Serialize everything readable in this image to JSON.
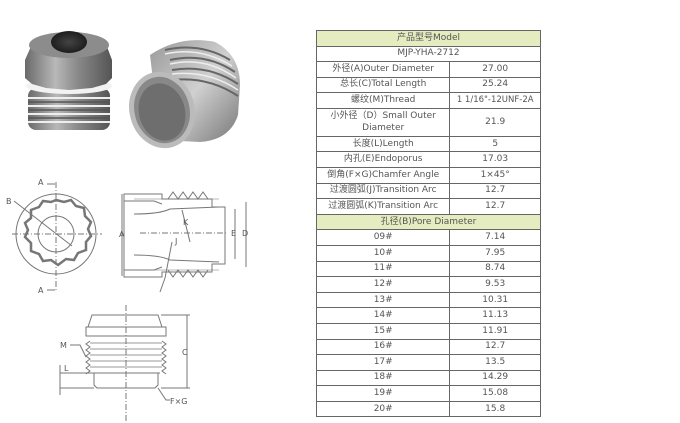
{
  "product_photo": {
    "description": "Two metallic threaded nozzle bushings with 12-point hex heads",
    "icon": "product-photo"
  },
  "drawings": {
    "front_view": {
      "labels": [
        "A",
        "B",
        "A"
      ]
    },
    "section_view": {
      "labels": [
        "A",
        "K",
        "J",
        "E",
        "D"
      ]
    },
    "side_view": {
      "labels": [
        "M",
        "L",
        "C",
        "F×G"
      ]
    }
  },
  "spec_table": {
    "title": "产品型号Model",
    "model": "MJP-YHA-2712",
    "rows": [
      {
        "label": "外径(A)Outer Diameter",
        "value": "27.00"
      },
      {
        "label": "总长(C)Total Length",
        "value": "25.24"
      },
      {
        "label": "螺纹(M)Thread",
        "value": "1 1/16\"-12UNF-2A"
      },
      {
        "label": "小外径（D）Small Outer Diameter",
        "value": "21.9"
      },
      {
        "label": "长度(L)Length",
        "value": "5"
      },
      {
        "label": "内孔(E)Endoporus",
        "value": "17.03"
      },
      {
        "label": "倒角(F×G)Chamfer Angle",
        "value": "1×45°"
      },
      {
        "label": "过渡圆弧(J)Transition Arc",
        "value": "12.7"
      },
      {
        "label": "过渡圆弧(K)Transition Arc",
        "value": "12.7"
      }
    ],
    "pore_header": "孔径(B)Pore Diameter",
    "pore_rows": [
      {
        "size": "09#",
        "value": "7.14"
      },
      {
        "size": "10#",
        "value": "7.95"
      },
      {
        "size": "11#",
        "value": "8.74"
      },
      {
        "size": "12#",
        "value": "9.53"
      },
      {
        "size": "13#",
        "value": "10.31"
      },
      {
        "size": "14#",
        "value": "11.13"
      },
      {
        "size": "15#",
        "value": "11.91"
      },
      {
        "size": "16#",
        "value": "12.7"
      },
      {
        "size": "17#",
        "value": "13.5"
      },
      {
        "size": "18#",
        "value": "14.29"
      },
      {
        "size": "19#",
        "value": "15.08"
      },
      {
        "size": "20#",
        "value": "15.8"
      }
    ],
    "colors": {
      "header_bg": "#e4ecc0",
      "border": "#666666",
      "text": "#555555"
    }
  }
}
